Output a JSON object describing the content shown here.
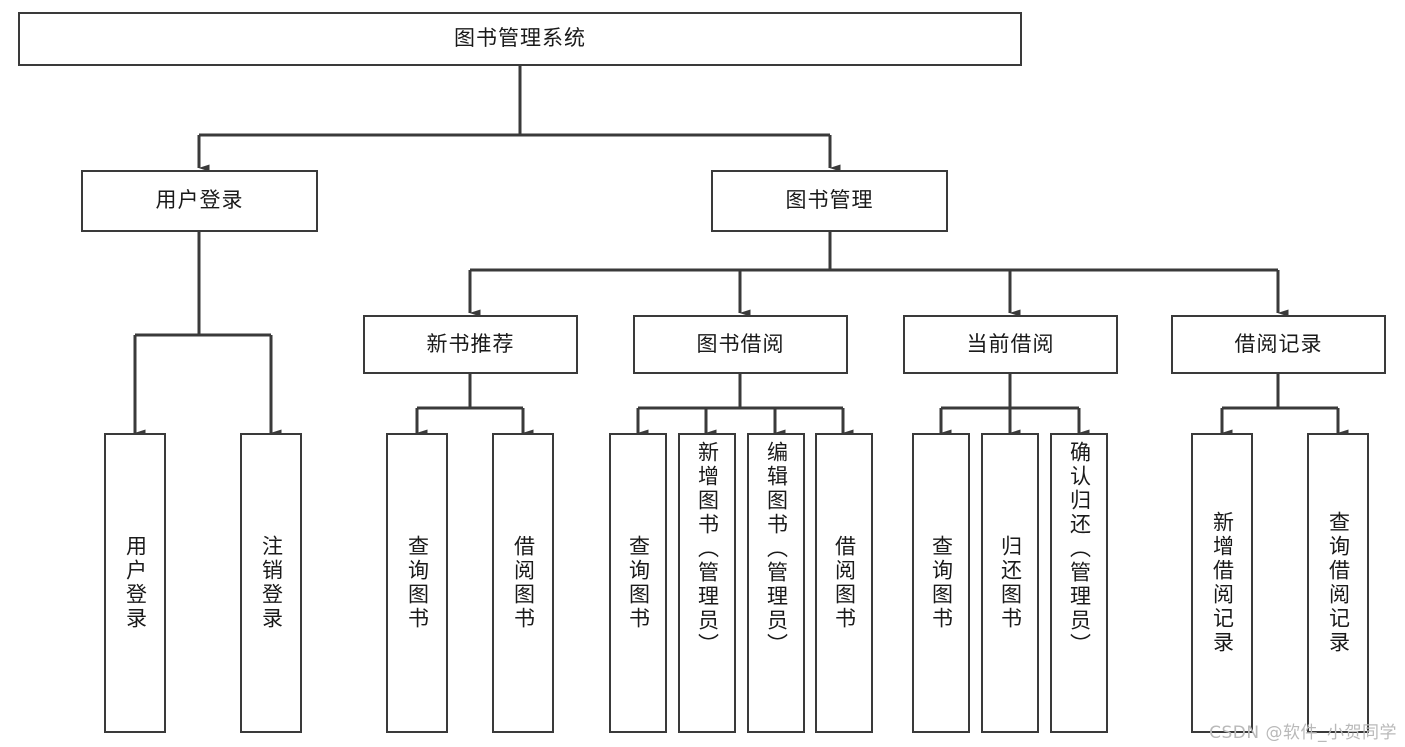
{
  "diagram": {
    "type": "tree",
    "title": "图书管理系统",
    "watermark": "CSDN @软件_小贺同学",
    "root": {
      "id": "root",
      "label": "图书管理系统",
      "orientation": "horizontal"
    },
    "level1": [
      {
        "id": "user-login",
        "label": "用户登录",
        "orientation": "horizontal"
      },
      {
        "id": "book-manage",
        "label": "图书管理",
        "orientation": "horizontal"
      }
    ],
    "level2": [
      {
        "id": "new-book-recommend",
        "label": "新书推荐",
        "parent": "book-manage",
        "orientation": "horizontal"
      },
      {
        "id": "book-borrow",
        "label": "图书借阅",
        "parent": "book-manage",
        "orientation": "horizontal"
      },
      {
        "id": "current-borrow",
        "label": "当前借阅",
        "parent": "book-manage",
        "orientation": "horizontal"
      },
      {
        "id": "borrow-record",
        "label": "借阅记录",
        "parent": "book-manage",
        "orientation": "horizontal"
      }
    ],
    "leaves": [
      {
        "id": "leaf-user-login",
        "label": "用户登录",
        "parent": "user-login",
        "orientation": "vertical"
      },
      {
        "id": "leaf-user-logout",
        "label": "注销登录",
        "parent": "user-login",
        "orientation": "vertical"
      },
      {
        "id": "leaf-query-book-1",
        "label": "查询图书",
        "parent": "new-book-recommend",
        "orientation": "vertical"
      },
      {
        "id": "leaf-borrow-book-1",
        "label": "借阅图书",
        "parent": "new-book-recommend",
        "orientation": "vertical"
      },
      {
        "id": "leaf-query-book-2",
        "label": "查询图书",
        "parent": "book-borrow",
        "orientation": "vertical"
      },
      {
        "id": "leaf-add-book",
        "label": "新增图书（管理员）",
        "parent": "book-borrow",
        "orientation": "vertical"
      },
      {
        "id": "leaf-edit-book",
        "label": "编辑图书（管理员）",
        "parent": "book-borrow",
        "orientation": "vertical"
      },
      {
        "id": "leaf-borrow-book-2",
        "label": "借阅图书",
        "parent": "book-borrow",
        "orientation": "vertical"
      },
      {
        "id": "leaf-query-book-3",
        "label": "查询图书",
        "parent": "current-borrow",
        "orientation": "vertical"
      },
      {
        "id": "leaf-return-book",
        "label": "归还图书",
        "parent": "current-borrow",
        "orientation": "vertical"
      },
      {
        "id": "leaf-confirm-return",
        "label": "确认归还（管理员）",
        "parent": "current-borrow",
        "orientation": "vertical"
      },
      {
        "id": "leaf-add-record",
        "label": "新增借阅记录",
        "parent": "borrow-record",
        "orientation": "vertical"
      },
      {
        "id": "leaf-query-record",
        "label": "查询借阅记录",
        "parent": "borrow-record",
        "orientation": "vertical"
      }
    ],
    "colors": {
      "box_border": "#3a3a3a",
      "box_fill": "#ffffff",
      "connector": "#3a3a3a",
      "text": "#1a1a1a",
      "watermark": "#b9b9b9",
      "background": "#ffffff"
    }
  }
}
